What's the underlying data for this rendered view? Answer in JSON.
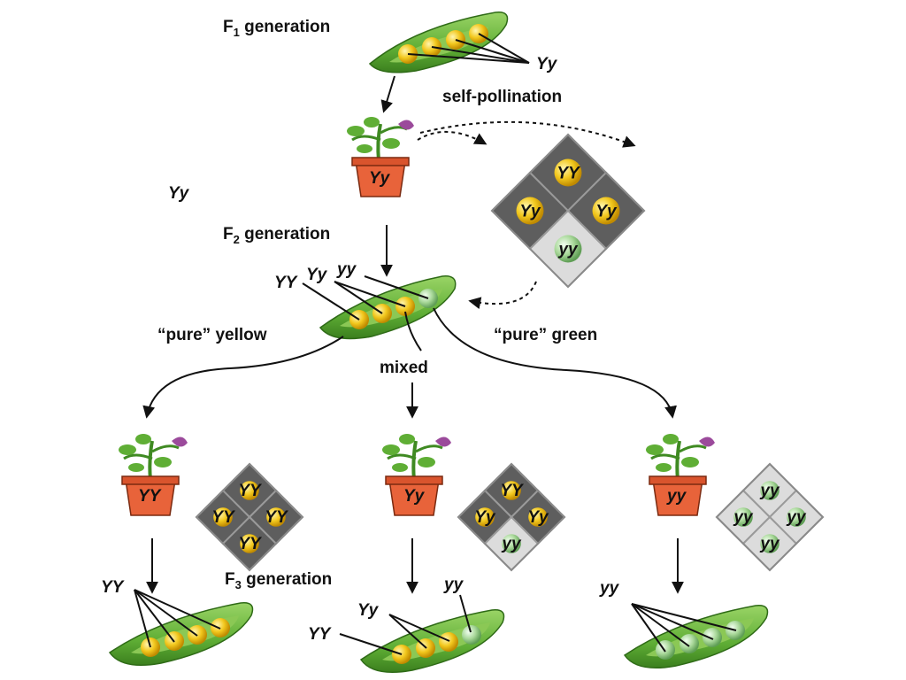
{
  "labels": {
    "f1_prefix": "F",
    "f1_sub": "1",
    "f1_rest": " generation",
    "f2_prefix": "F",
    "f2_sub": "2",
    "f2_rest": " generation",
    "f3_prefix": "F",
    "f3_sub": "3",
    "f3_rest": " generation",
    "self_pollination": "self-pollination",
    "pure_yellow": "“pure” yellow",
    "pure_green": "“pure” green",
    "mixed": "mixed",
    "stray_yy": "Yy"
  },
  "f1": {
    "pod_genotype": "Yy",
    "pot_genotype": "Yy",
    "punnett": [
      "YY",
      "Yy",
      "Yy",
      "yy"
    ]
  },
  "f2": {
    "pod_labels": [
      "YY",
      "Yy",
      "yy"
    ]
  },
  "f3": {
    "yellow": {
      "pot_genotype": "YY",
      "punnett": [
        "YY",
        "YY",
        "YY",
        "YY"
      ],
      "pod_label": "YY"
    },
    "mixed": {
      "pot_genotype": "Yy",
      "punnett": [
        "YY",
        "Yy",
        "Yy",
        "yy"
      ],
      "pod_labels": [
        "YY",
        "Yy",
        "yy"
      ]
    },
    "green": {
      "pot_genotype": "yy",
      "punnett": [
        "yy",
        "yy",
        "yy",
        "yy"
      ],
      "pod_label": "yy"
    }
  },
  "colors": {
    "pod": "#6dbb3f",
    "pod_dark": "#3f8a22",
    "pea_yellow": "#f2c81e",
    "pea_green": "#a9d89a",
    "pot": "#e8633a",
    "cell_dark": "#5e5e5e",
    "cell_light": "#dcdcdc"
  }
}
